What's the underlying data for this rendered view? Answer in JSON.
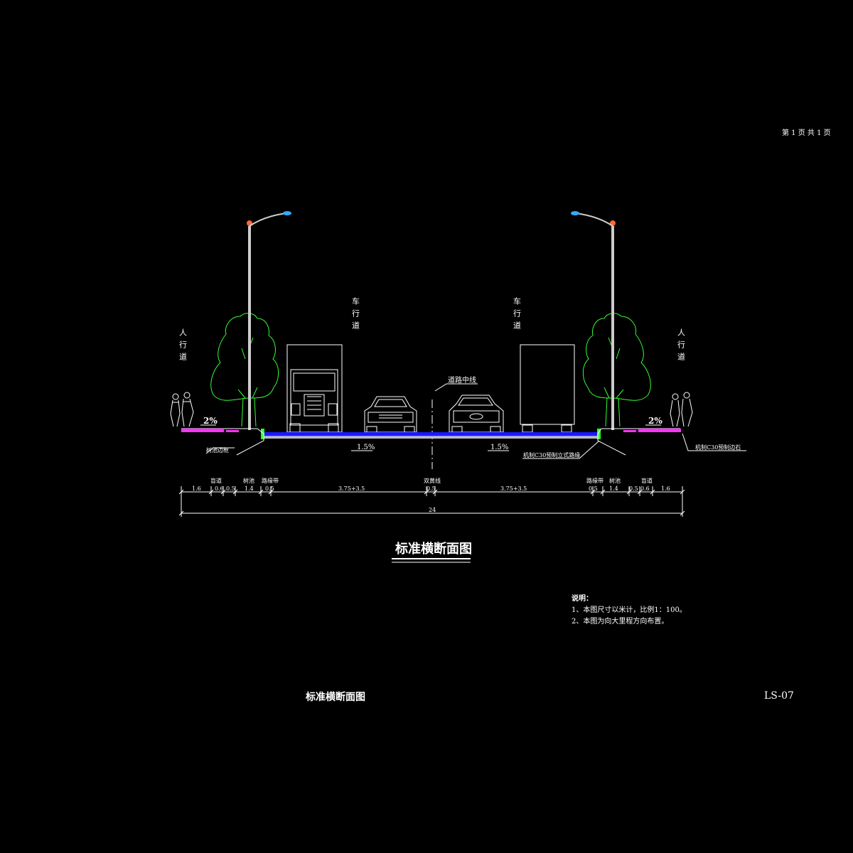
{
  "sheet": {
    "page_info": "第 1 页   共 1 页",
    "footer_title": "标准横断面图",
    "drawing_number": "LS-07"
  },
  "drawing": {
    "title": "标准横断面图",
    "labels": {
      "sidewalk_left": "人行道",
      "sidewalk_right": "人行道",
      "carriageway_left": "车行道",
      "carriageway_right": "车行道",
      "centerline": "道路中线",
      "tree_pit_edge": "树池边框",
      "curb_stone": "机制C30预制立式路缘",
      "edge_stone": "机制C30预制边石"
    },
    "slopes": {
      "sidewalk_left": "2%",
      "sidewalk_right": "2%",
      "road_left": "1.5%",
      "road_right": "1.5%"
    },
    "dimensions": {
      "top_labels": [
        "盲道",
        "树池",
        "路缘带",
        "双黄线",
        "路缘带",
        "树池",
        "盲道"
      ],
      "values": [
        "1.6",
        "0.6",
        "0.5",
        "1.4",
        "0.5",
        "3.75+3.5",
        "0.5",
        "3.75+3.5",
        "0.5",
        "1.4",
        "0.5",
        "0.6",
        "1.6"
      ],
      "total": "24"
    },
    "colors": {
      "pavement": "#1a1aff",
      "sidewalk": "#ff33ff",
      "curb": "#33ff33",
      "tree": "#33ff33",
      "lamp_head": "#33aaff",
      "lamp_pole": "#cccccc"
    }
  },
  "notes": {
    "heading": "说明：",
    "items": [
      "1、本图尺寸以米计，比例1：100。",
      "2、本图为向大里程方向布置。"
    ]
  }
}
